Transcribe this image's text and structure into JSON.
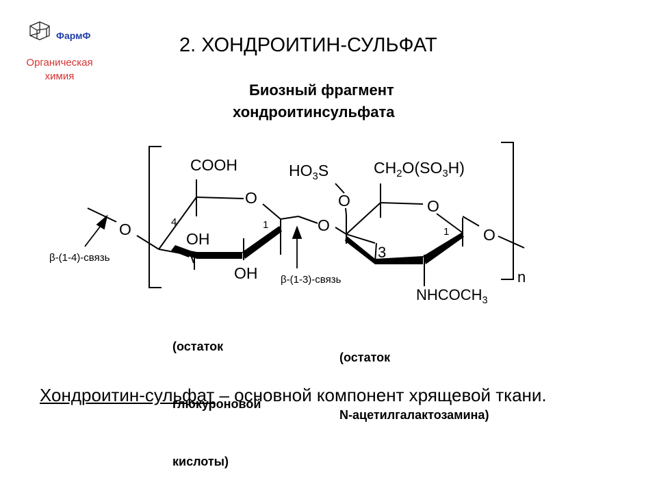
{
  "logo": {
    "brand": "ФармФ",
    "subtitle_line1": "Органическая",
    "subtitle_line2": "химия",
    "brand_color": "#1f3fa8",
    "subtitle_color": "#d83030",
    "icon": "adamantane-icon"
  },
  "title": "2. ХОНДРОИТИН-СУЛЬФАТ",
  "subtitle": {
    "line1": "Биозный фрагмент",
    "line2": "хондроитинсульфата"
  },
  "structure": {
    "ring1": {
      "cooh": "COOH",
      "ring_o": "O",
      "pos4": "4",
      "pos1": "1",
      "oh_upper": "OH",
      "oh_lower": "OH"
    },
    "left_o": "O",
    "bridge_o": "O",
    "ring2": {
      "so3_main": "HO",
      "so3_sub": "3",
      "so3_tail": "S",
      "ester_o": "O",
      "ch2_main": "CH",
      "ch2_sub": "2",
      "ch2_mid": "O",
      "ch2_paren_open": "(",
      "ch2_so": "SO",
      "ch2_so_sub": "3",
      "ch2_tail": "H",
      "ch2_paren_close": ")",
      "ring_o": "O",
      "pos1": "1",
      "pos3": "3",
      "nh_main": "NHCOCH",
      "nh_sub": "3"
    },
    "right_o": "O",
    "repeat_n": "n",
    "link_14": "β-(1-4)-связь",
    "link_13": "β-(1-3)-связь"
  },
  "residues": {
    "glucuronic": [
      "(остаток",
      "глюкуроновой",
      "кислоты)"
    ],
    "galactosamine": [
      "(остаток",
      "N-ацетилгалактозамина)"
    ]
  },
  "footer": {
    "term": "Хондроитин-сульфат",
    "rest": " – основной компонент хрящевой ткани."
  }
}
